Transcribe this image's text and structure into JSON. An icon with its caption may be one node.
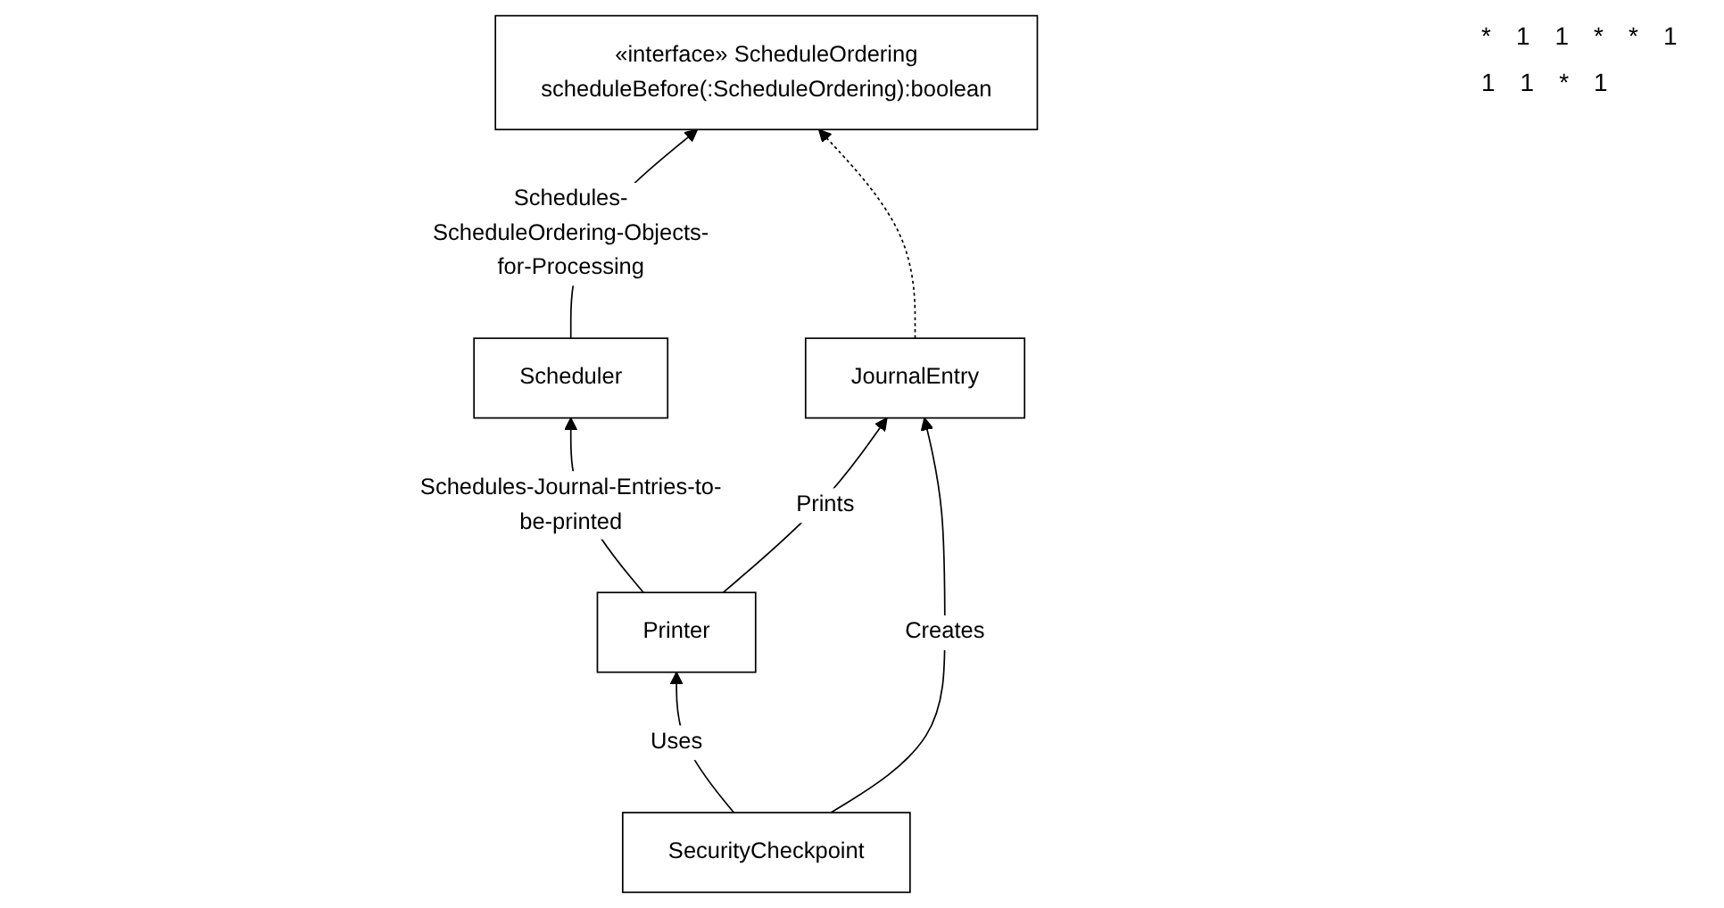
{
  "diagram": {
    "nodes": [
      {
        "text": [
          "«interface» ScheduleOrdering",
          "scheduleBefore(:ScheduleOrdering):boolean"
        ]
      },
      {
        "text": [
          "Scheduler"
        ]
      },
      {
        "text": [
          "JournalEntry"
        ]
      },
      {
        "text": [
          "SecurityCheckpoint"
        ]
      },
      {
        "text": [
          "Printer"
        ]
      }
    ],
    "edges": [
      {
        "from": 1,
        "to": 0,
        "arrow": "to",
        "label": "Schedules-ScheduleOrdering-Objects-for-Processing"
      },
      {
        "from": 2,
        "to": 0,
        "arrow": "to",
        "style": "dashed"
      },
      {
        "from": 4,
        "to": 2,
        "arrow": "to",
        "label": "Prints"
      },
      {
        "from": 4,
        "to": 1,
        "arrow": "to",
        "label": "Schedules-Journal-Entries-to-be-printed"
      },
      {
        "from": 3,
        "to": 2,
        "arrow": "to",
        "label": "Creates"
      },
      {
        "from": 3,
        "to": 4,
        "arrow": "to",
        "label": "Uses"
      }
    ],
    "labels": [
      "*",
      "1",
      "1",
      "*",
      "*",
      "1",
      "1",
      "1",
      "*",
      "1"
    ]
  }
}
